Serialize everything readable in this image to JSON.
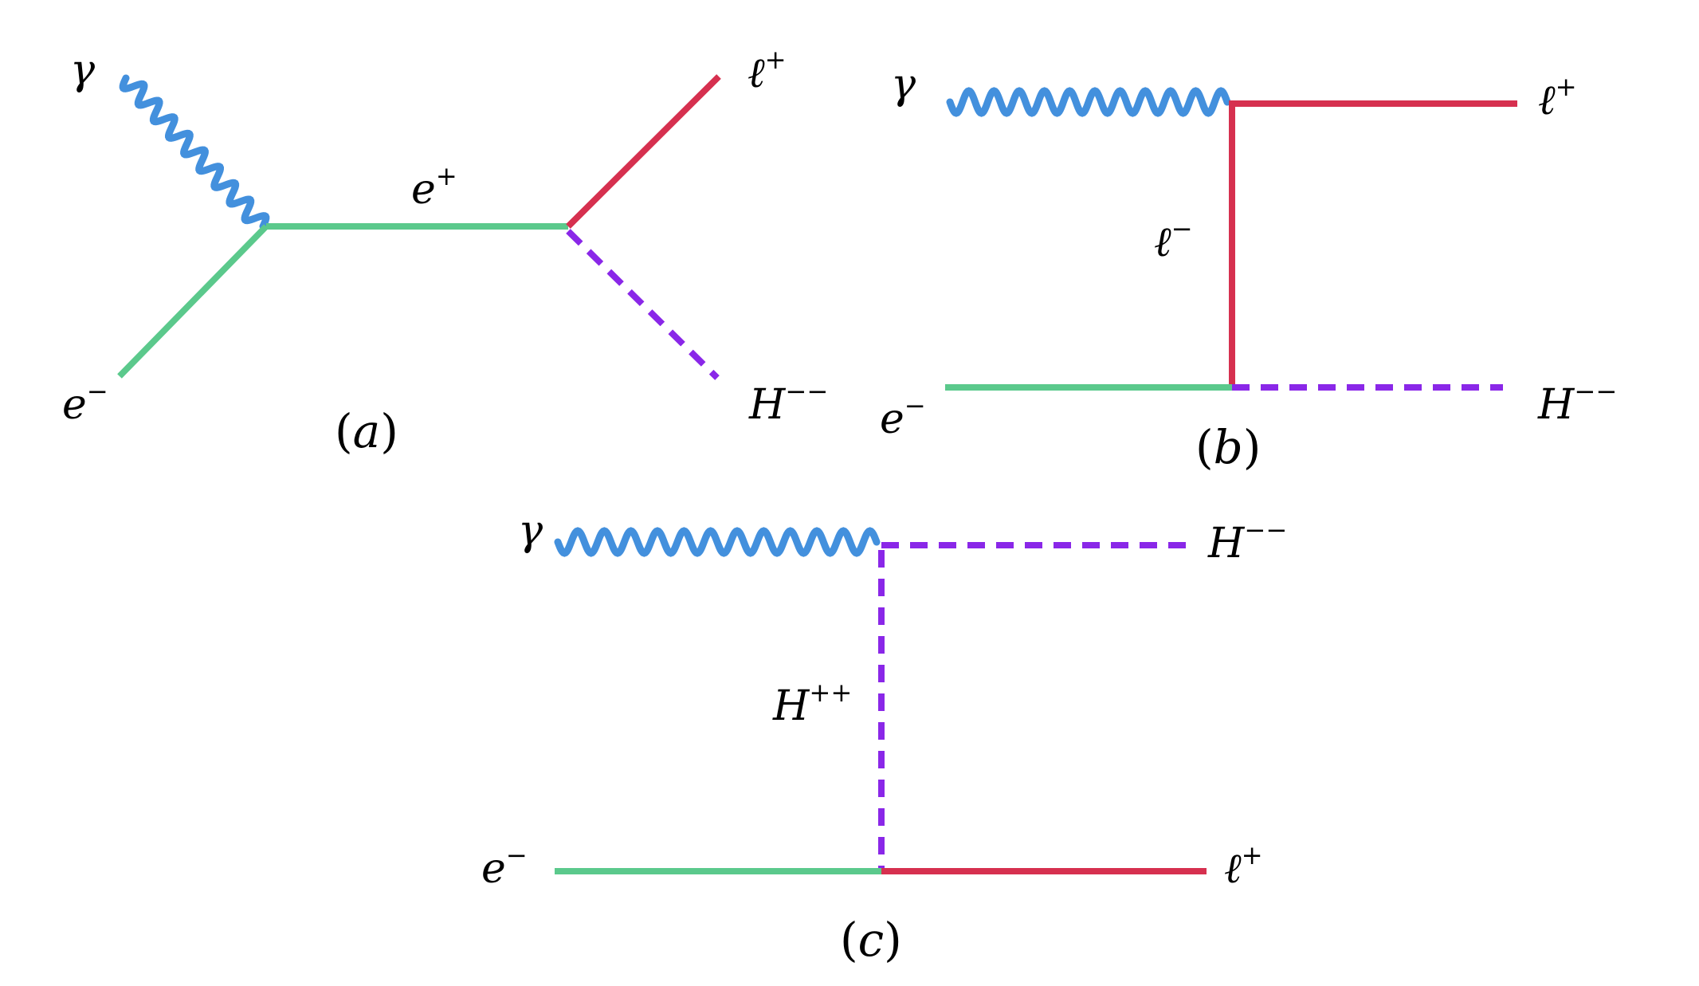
{
  "colors": {
    "photon": "#4390dd",
    "electron": "#5bc98c",
    "lepton": "#d6304f",
    "higgs": "#8a27e8",
    "text": "#000000"
  },
  "diagrams": [
    {
      "id": "a",
      "caption": "a",
      "labels": {
        "photon": "γ",
        "electron_in": "e",
        "electron_in_sup": "−",
        "propagator": "e",
        "propagator_sup": "+",
        "lepton_out": "ℓ",
        "lepton_out_sup": "+",
        "higgs_out": "H",
        "higgs_out_sup": "−−"
      }
    },
    {
      "id": "b",
      "caption": "b",
      "labels": {
        "photon": "γ",
        "electron_in": "e",
        "electron_in_sup": "−",
        "propagator": "ℓ",
        "propagator_sup": "−",
        "lepton_out": "ℓ",
        "lepton_out_sup": "+",
        "higgs_out": "H",
        "higgs_out_sup": "−−"
      }
    },
    {
      "id": "c",
      "caption": "c",
      "labels": {
        "photon": "γ",
        "electron_in": "e",
        "electron_in_sup": "−",
        "propagator": "H",
        "propagator_sup": "++",
        "lepton_out": "ℓ",
        "lepton_out_sup": "+",
        "higgs_out": "H",
        "higgs_out_sup": "−−"
      }
    }
  ]
}
